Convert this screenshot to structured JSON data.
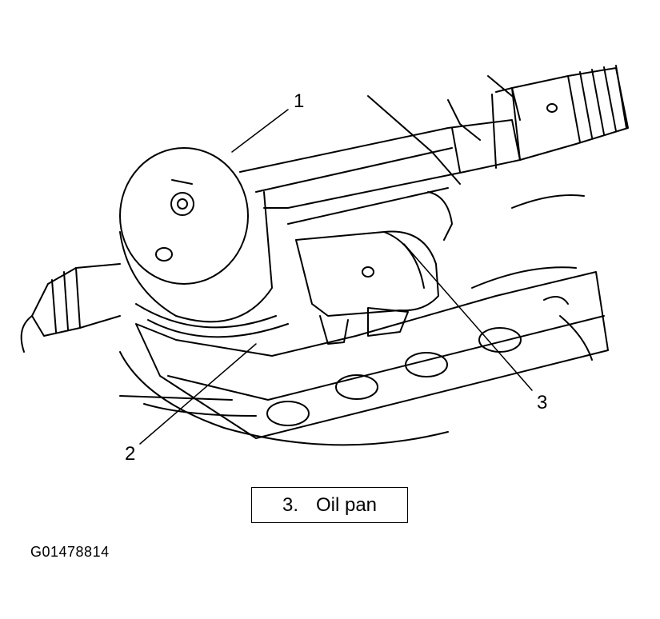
{
  "callouts": {
    "one": "1",
    "two": "2",
    "three": "3"
  },
  "legend": {
    "number": "3.",
    "text": "Oil pan"
  },
  "figure_id": "G01478814",
  "colors": {
    "line": "#000000",
    "background": "#ffffff"
  }
}
